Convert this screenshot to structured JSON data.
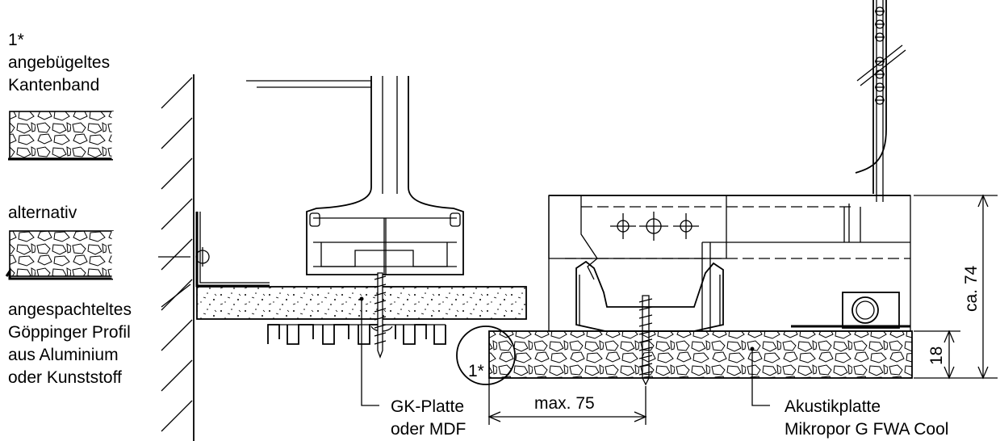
{
  "labels": {
    "note_number": "1*",
    "note_line1": "angebügeltes",
    "note_line2": "Kantenband",
    "alternativ": "alternativ",
    "profile_line1": "angespachteltes",
    "profile_line2": "Göppinger Profil",
    "profile_line3": "aus Aluminium",
    "profile_line4": "oder Kunststoff",
    "gk_line1": "GK-Platte",
    "gk_line2": "oder MDF",
    "max_dim": "max. 75",
    "acoustic_line1": "Akustikplatte",
    "acoustic_line2": "Mikropor G FWA Cool",
    "detail_callout": "1*",
    "dim_thickness": "18",
    "dim_height": "ca. 74"
  }
}
